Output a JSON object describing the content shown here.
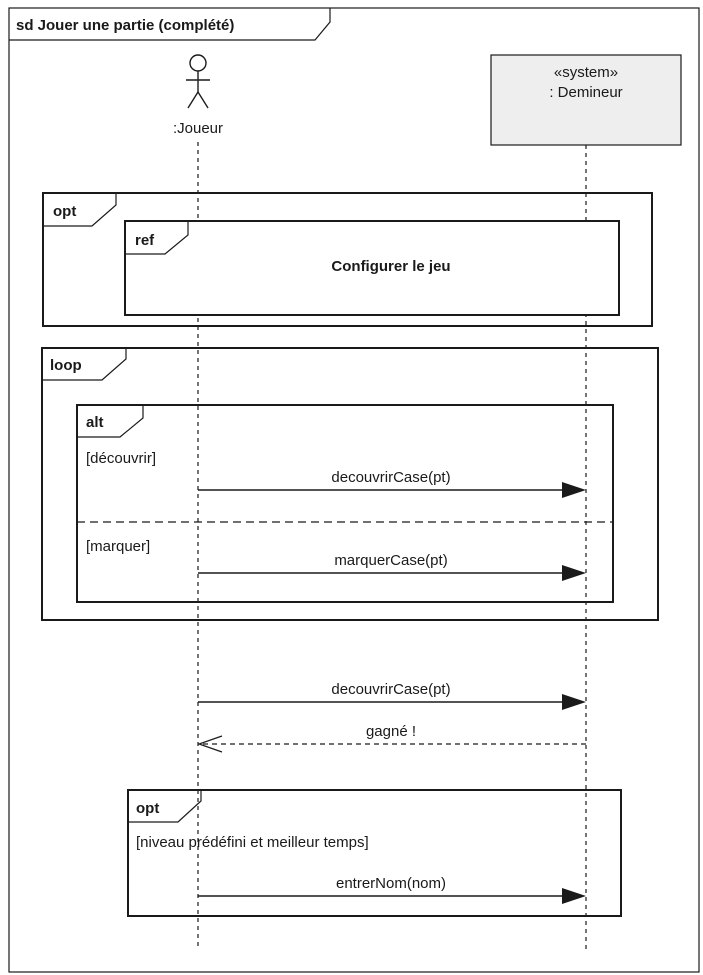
{
  "diagram": {
    "frame_label": "sd Jouer une partie (complété)",
    "actor": {
      "name": ":Joueur"
    },
    "system": {
      "stereotype": "«system»",
      "name": ": Demineur"
    },
    "opt1": {
      "tag": "opt",
      "ref": {
        "tag": "ref",
        "text": "Configurer le jeu"
      }
    },
    "loop": {
      "tag": "loop",
      "alt": {
        "tag": "alt",
        "guard1": "[découvrir]",
        "message1": "decouvrirCase(pt)",
        "guard2": "[marquer]",
        "message2": "marquerCase(pt)"
      }
    },
    "message3": "decouvrirCase(pt)",
    "reply": "gagné !",
    "opt2": {
      "tag": "opt",
      "guard": "[niveau prédéfini et meilleur temps]",
      "message": "entrerNom(nom)"
    }
  }
}
